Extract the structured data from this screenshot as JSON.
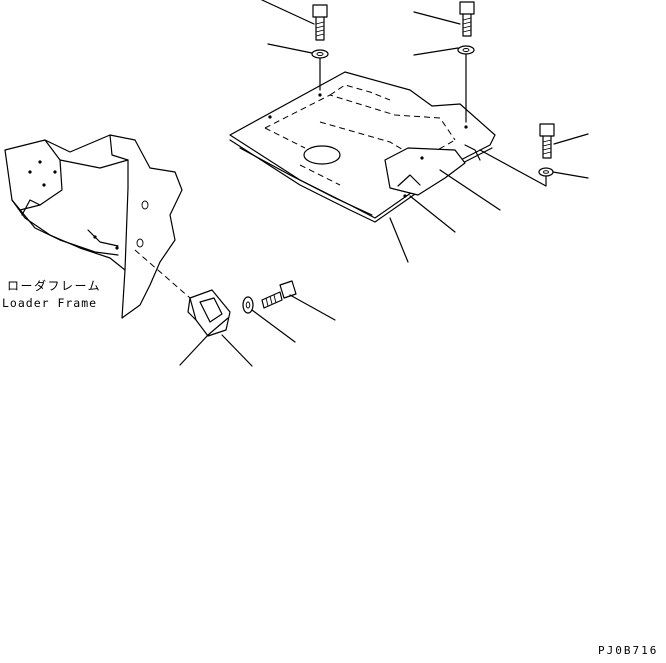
{
  "labels": {
    "frame_jp": "ローダフレーム",
    "frame_en": "Loader Frame",
    "drawing_code": "PJ0B716"
  }
}
